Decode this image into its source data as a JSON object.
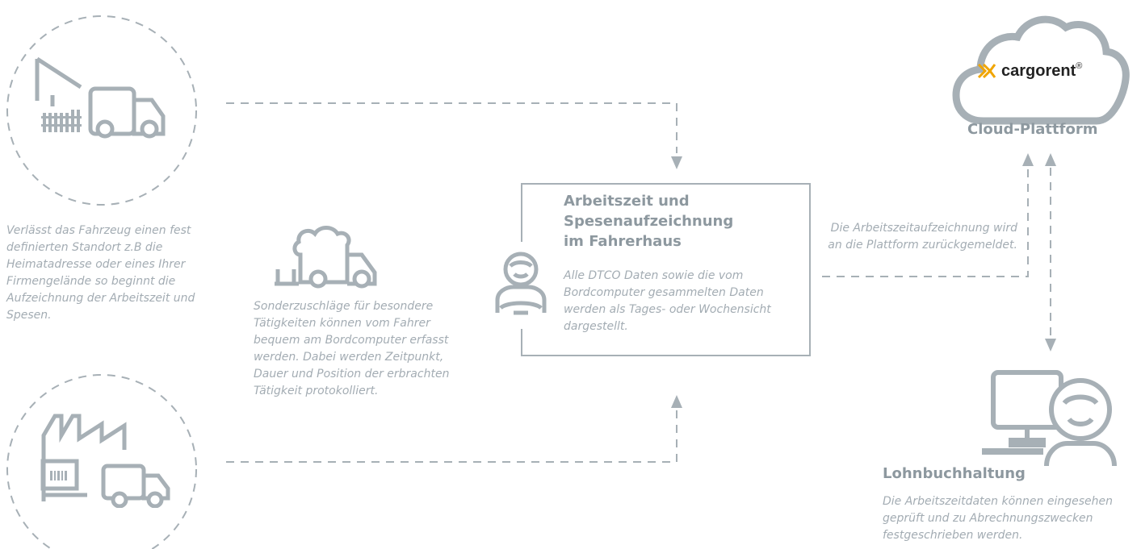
{
  "colors": {
    "line": "#a7b0b6",
    "text": "#9aa5ad",
    "accent_logo": "#f0a500"
  },
  "top_left": {
    "icon": "warehouse-truck-icon",
    "caption": "Verlässt das Fahrzeug einen fest definierten Standort z.B die Heimatadresse oder eines Ihrer Firmengelände so beginnt die Aufzeichnung der Arbeitszeit und Spesen."
  },
  "bottom_left": {
    "icon": "factory-truck-icon"
  },
  "middle": {
    "icon": "truck-cargo-icon",
    "caption": "Sonderzuschläge für besondere Tätigkeiten können vom Fahrer bequem am Bordcomputer erfasst werden. Dabei werden Zeitpunkt, Dauer und Position der erbrachten Tätigkeit protokolliert."
  },
  "center_box": {
    "icon": "driver-icon",
    "title_line1": "Arbeitszeit und",
    "title_line2": "Spesenaufzeichnung",
    "title_line3": "im Fahrerhaus",
    "text": "Alle DTCO Daten sowie die vom Bordcomputer gesammelten Daten werden als Tages- oder Wochensicht dargestellt."
  },
  "cloud": {
    "icon": "cloud-icon",
    "logo_text": "cargorent",
    "logo_mark": "®",
    "label": "Cloud-Plattform"
  },
  "report_note": "Die Arbeitszeitaufzeichnung wird an die Plattform zurückgemeldet.",
  "payroll": {
    "icon": "computer-user-icon",
    "title": "Lohnbuchhaltung",
    "text": "Die Arbeitszeitdaten können eingesehen geprüft und zu Abrechnungszwecken festgeschrieben werden."
  }
}
